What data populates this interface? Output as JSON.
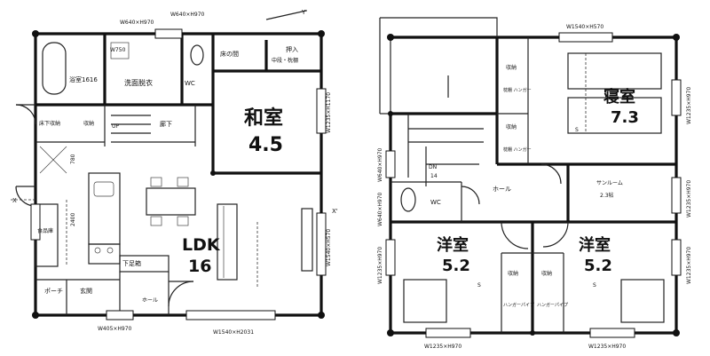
{
  "floor1": {
    "washitsu_label": "和室",
    "washitsu_size": "4.5",
    "ldk_label": "LDK",
    "ldk_size": "16",
    "bath_label": "浴室1616",
    "wash_label": "洗面脱衣",
    "wc_label": "WC",
    "toko_label": "床の間",
    "oshiire_label": "押入",
    "oshiire_sub": "中段・枕棚",
    "yukashita_label": "床下収納",
    "storage_label": "収納",
    "hall_label": "廊下",
    "up_label": "UP",
    "shoe_label": "下足箱",
    "porch_label": "ポーチ",
    "entrance_label": "玄関",
    "hole_label": "ホール",
    "pantry_label": "食品庫",
    "win_top": "W640×H970",
    "win_top2": "W640×H970",
    "win_w750": "W750",
    "win_right_top": "W1235×H1170",
    "win_right_mid": "W1540×H570",
    "win_bottom_left": "W405×H970",
    "win_bottom_mid": "W1540×H2031",
    "dim_780": "780",
    "dim_2400": "2400",
    "y_prime": "Y'",
    "x_prime": "X'",
    "x_mark": "X"
  },
  "floor2": {
    "shinshitsu_label": "寝室",
    "shinshitsu_size": "7.3",
    "yoshitsu_left_label": "洋室",
    "yoshitsu_left_size": "5.2",
    "yoshitsu_right_label": "洋室",
    "yoshitsu_right_size": "5.2",
    "storage_label": "収納",
    "makurada_label": "枕棚 ハンガー",
    "hanger_pipe_label": "ハンガーパイプ",
    "wc_label": "WC",
    "hole_label": "ホール",
    "sunroom_label": "サンルーム",
    "sunroom_size": "2.3帖",
    "dn_label": "DN",
    "dn_num": "14",
    "s_mark": "S",
    "win_top": "W1540×H570",
    "win_right_top": "W1235×H970",
    "win_right_mid": "W1235×H970",
    "win_right_bottom": "W1235×H970",
    "win_left_mid": "W640×H970",
    "win_left_wc": "W640×H970",
    "win_left_bottom": "W1235×H970",
    "win_bottom_left": "W1235×H970",
    "win_bottom_right": "W1235×H970"
  }
}
